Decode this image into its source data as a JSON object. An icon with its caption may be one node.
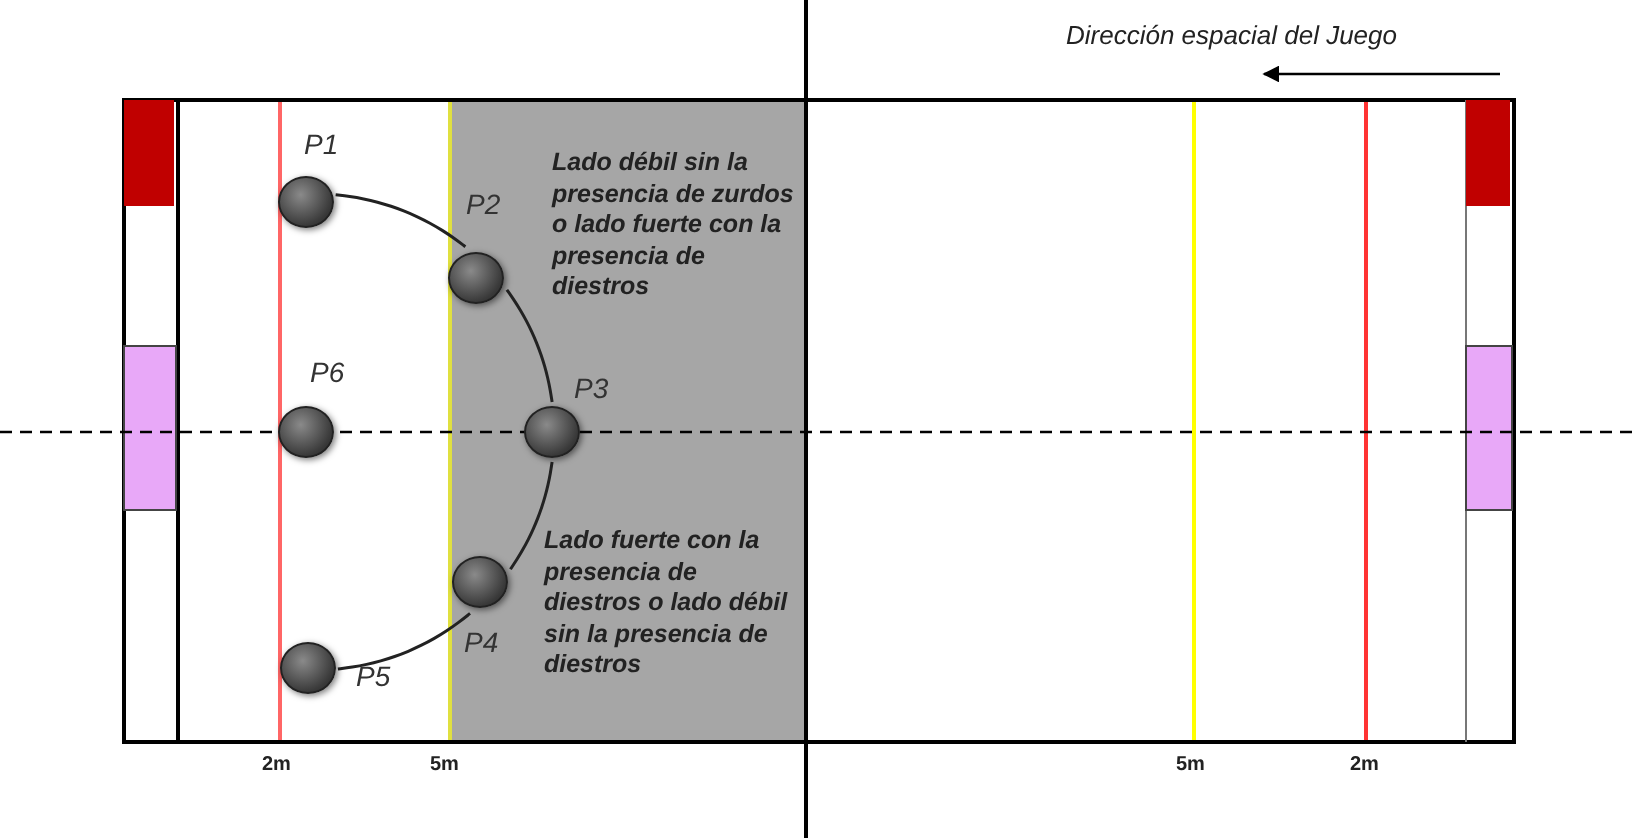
{
  "diagram": {
    "nodes": [
      {
        "text": [],
        "shape": "circle",
        "beside": [
          "P1"
        ]
      },
      {
        "text": [],
        "shape": "circle",
        "beside": [
          "P2"
        ]
      },
      {
        "text": [],
        "shape": "circle",
        "beside": [
          "P3"
        ]
      },
      {
        "text": [],
        "shape": "circle",
        "beside": [
          "P4"
        ]
      },
      {
        "text": [],
        "shape": "circle",
        "beside": [
          "P5"
        ]
      },
      {
        "text": [],
        "shape": "circle",
        "beside": [
          "P6"
        ]
      }
    ],
    "edges": [
      {
        "from": 0,
        "to": 1,
        "arrow": "none"
      },
      {
        "from": 1,
        "to": 2,
        "arrow": "none"
      },
      {
        "from": 2,
        "to": 3,
        "arrow": "none"
      },
      {
        "from": 3,
        "to": 4,
        "arrow": "none"
      }
    ],
    "labels": [
      "Dirección espacial del Juego",
      "Lado débil sin la presencia de zurdos o lado fuerte con la presencia de diestros",
      "Lado fuerte con la presencia de diestros o lado débil sin la presencia de diestros",
      "2m",
      "5m",
      "5m",
      "2m"
    ]
  }
}
